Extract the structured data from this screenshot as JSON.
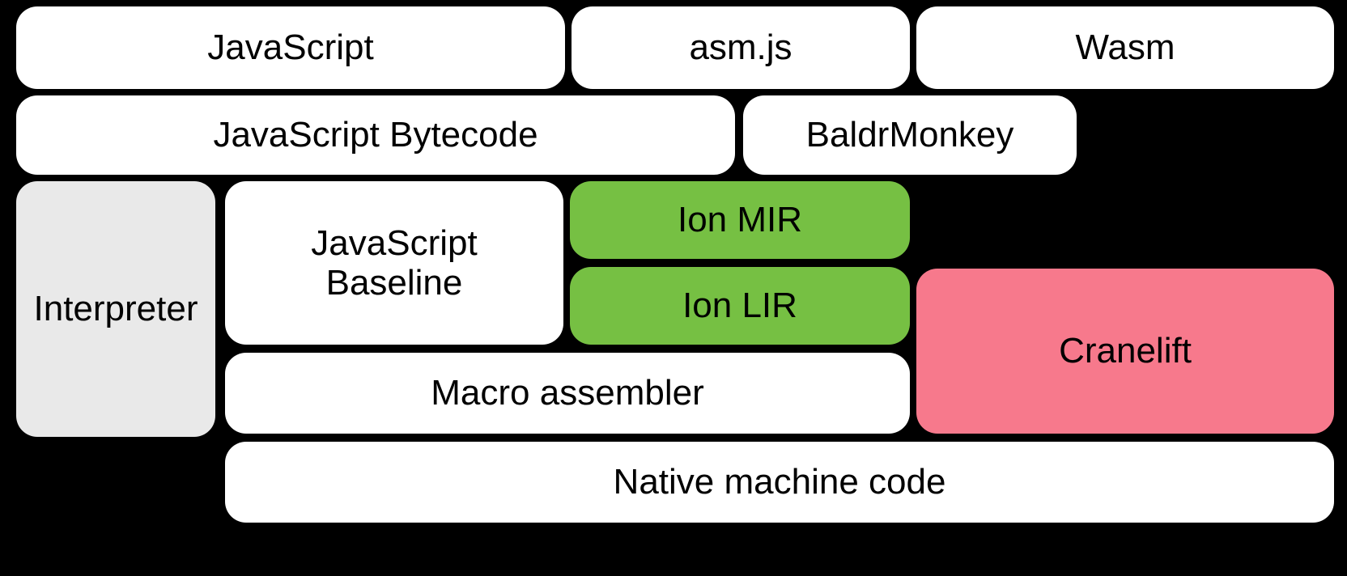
{
  "diagram": {
    "title": "SpiderMonkey compilation pipeline",
    "background_color": "#000000",
    "colors": {
      "white": "#FFFFFF",
      "grey": "#E9E9E9",
      "green": "#76C043",
      "pink": "#F7798C",
      "text": "#000000"
    },
    "rows": [
      {
        "name": "source-languages",
        "nodes": [
          {
            "id": "javascript",
            "label": "JavaScript",
            "fill": "white"
          },
          {
            "id": "asmjs",
            "label": "asm.js",
            "fill": "white"
          },
          {
            "id": "wasm",
            "label": "Wasm",
            "fill": "white"
          }
        ]
      },
      {
        "name": "front-ends",
        "nodes": [
          {
            "id": "js-bytecode",
            "label": "JavaScript Bytecode",
            "fill": "white"
          },
          {
            "id": "baldrmonkey",
            "label": "BaldrMonkey",
            "fill": "white"
          }
        ]
      },
      {
        "name": "execution-tiers",
        "nodes": [
          {
            "id": "interpreter",
            "label": "Interpreter",
            "fill": "grey"
          },
          {
            "id": "js-baseline",
            "label": "JavaScript\nBaseline",
            "fill": "white"
          },
          {
            "id": "ion-mir",
            "label": "Ion MIR",
            "fill": "green"
          },
          {
            "id": "ion-lir",
            "label": "Ion LIR",
            "fill": "green"
          },
          {
            "id": "cranelift",
            "label": "Cranelift",
            "fill": "pink"
          }
        ]
      },
      {
        "name": "backends",
        "nodes": [
          {
            "id": "macro-assembler",
            "label": "Macro assembler",
            "fill": "white"
          },
          {
            "id": "native-code",
            "label": "Native machine code",
            "fill": "white"
          }
        ]
      }
    ]
  },
  "labels": {
    "javascript": "JavaScript",
    "asmjs": "asm.js",
    "wasm": "Wasm",
    "js_bytecode": "JavaScript Bytecode",
    "baldrmonkey": "BaldrMonkey",
    "interpreter": "Interpreter",
    "js_baseline": "JavaScript\nBaseline",
    "ion_mir": "Ion MIR",
    "ion_lir": "Ion LIR",
    "cranelift": "Cranelift",
    "macro_assembler": "Macro assembler",
    "native_code": "Native machine code"
  }
}
